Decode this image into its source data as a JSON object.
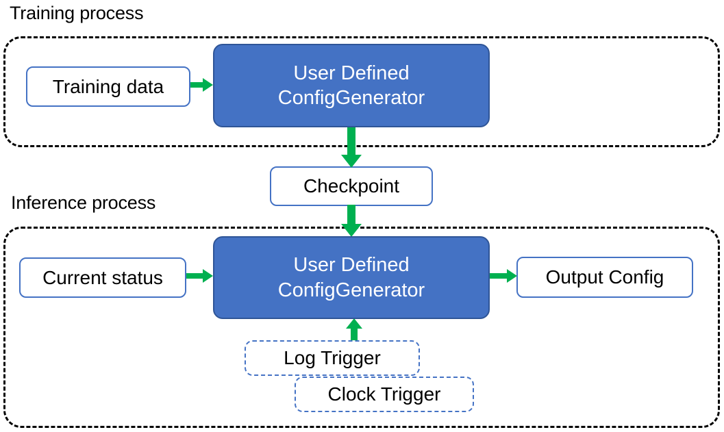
{
  "diagram": {
    "title_training": "Training process",
    "title_inference": "Inference process",
    "colors": {
      "process_fill": "#4472C4",
      "process_stroke": "#2F5597",
      "box_stroke": "#4472C4",
      "arrow": "#00B050",
      "group_stroke": "#000000",
      "text_dark": "#000000",
      "text_light": "#FFFFFF",
      "background": "#FFFFFF"
    },
    "training": {
      "group_label": "Training process",
      "input_box": "Training data",
      "process_box": {
        "line1": "User Defined",
        "line2": "ConfigGenerator"
      }
    },
    "bridge": {
      "checkpoint_box": "Checkpoint"
    },
    "inference": {
      "group_label": "Inference process",
      "input_box": "Current status",
      "process_box": {
        "line1": "User Defined",
        "line2": "ConfigGenerator"
      },
      "output_box": "Output Config",
      "triggers": [
        {
          "label": "Log Trigger"
        },
        {
          "label": "Clock Trigger"
        }
      ]
    },
    "arrows": [
      {
        "name": "training-data-to-generator",
        "from": "Training data",
        "to": "User Defined ConfigGenerator",
        "direction": "right"
      },
      {
        "name": "generator-to-checkpoint",
        "from": "User Defined ConfigGenerator",
        "to": "Checkpoint",
        "direction": "down"
      },
      {
        "name": "checkpoint-to-generator",
        "from": "Checkpoint",
        "to": "User Defined ConfigGenerator",
        "direction": "down"
      },
      {
        "name": "current-status-to-generator",
        "from": "Current status",
        "to": "User Defined ConfigGenerator",
        "direction": "right"
      },
      {
        "name": "generator-to-output-config",
        "from": "User Defined ConfigGenerator",
        "to": "Output Config",
        "direction": "right"
      },
      {
        "name": "log-trigger-to-generator",
        "from": "Log Trigger",
        "to": "User Defined ConfigGenerator",
        "direction": "up"
      }
    ]
  }
}
